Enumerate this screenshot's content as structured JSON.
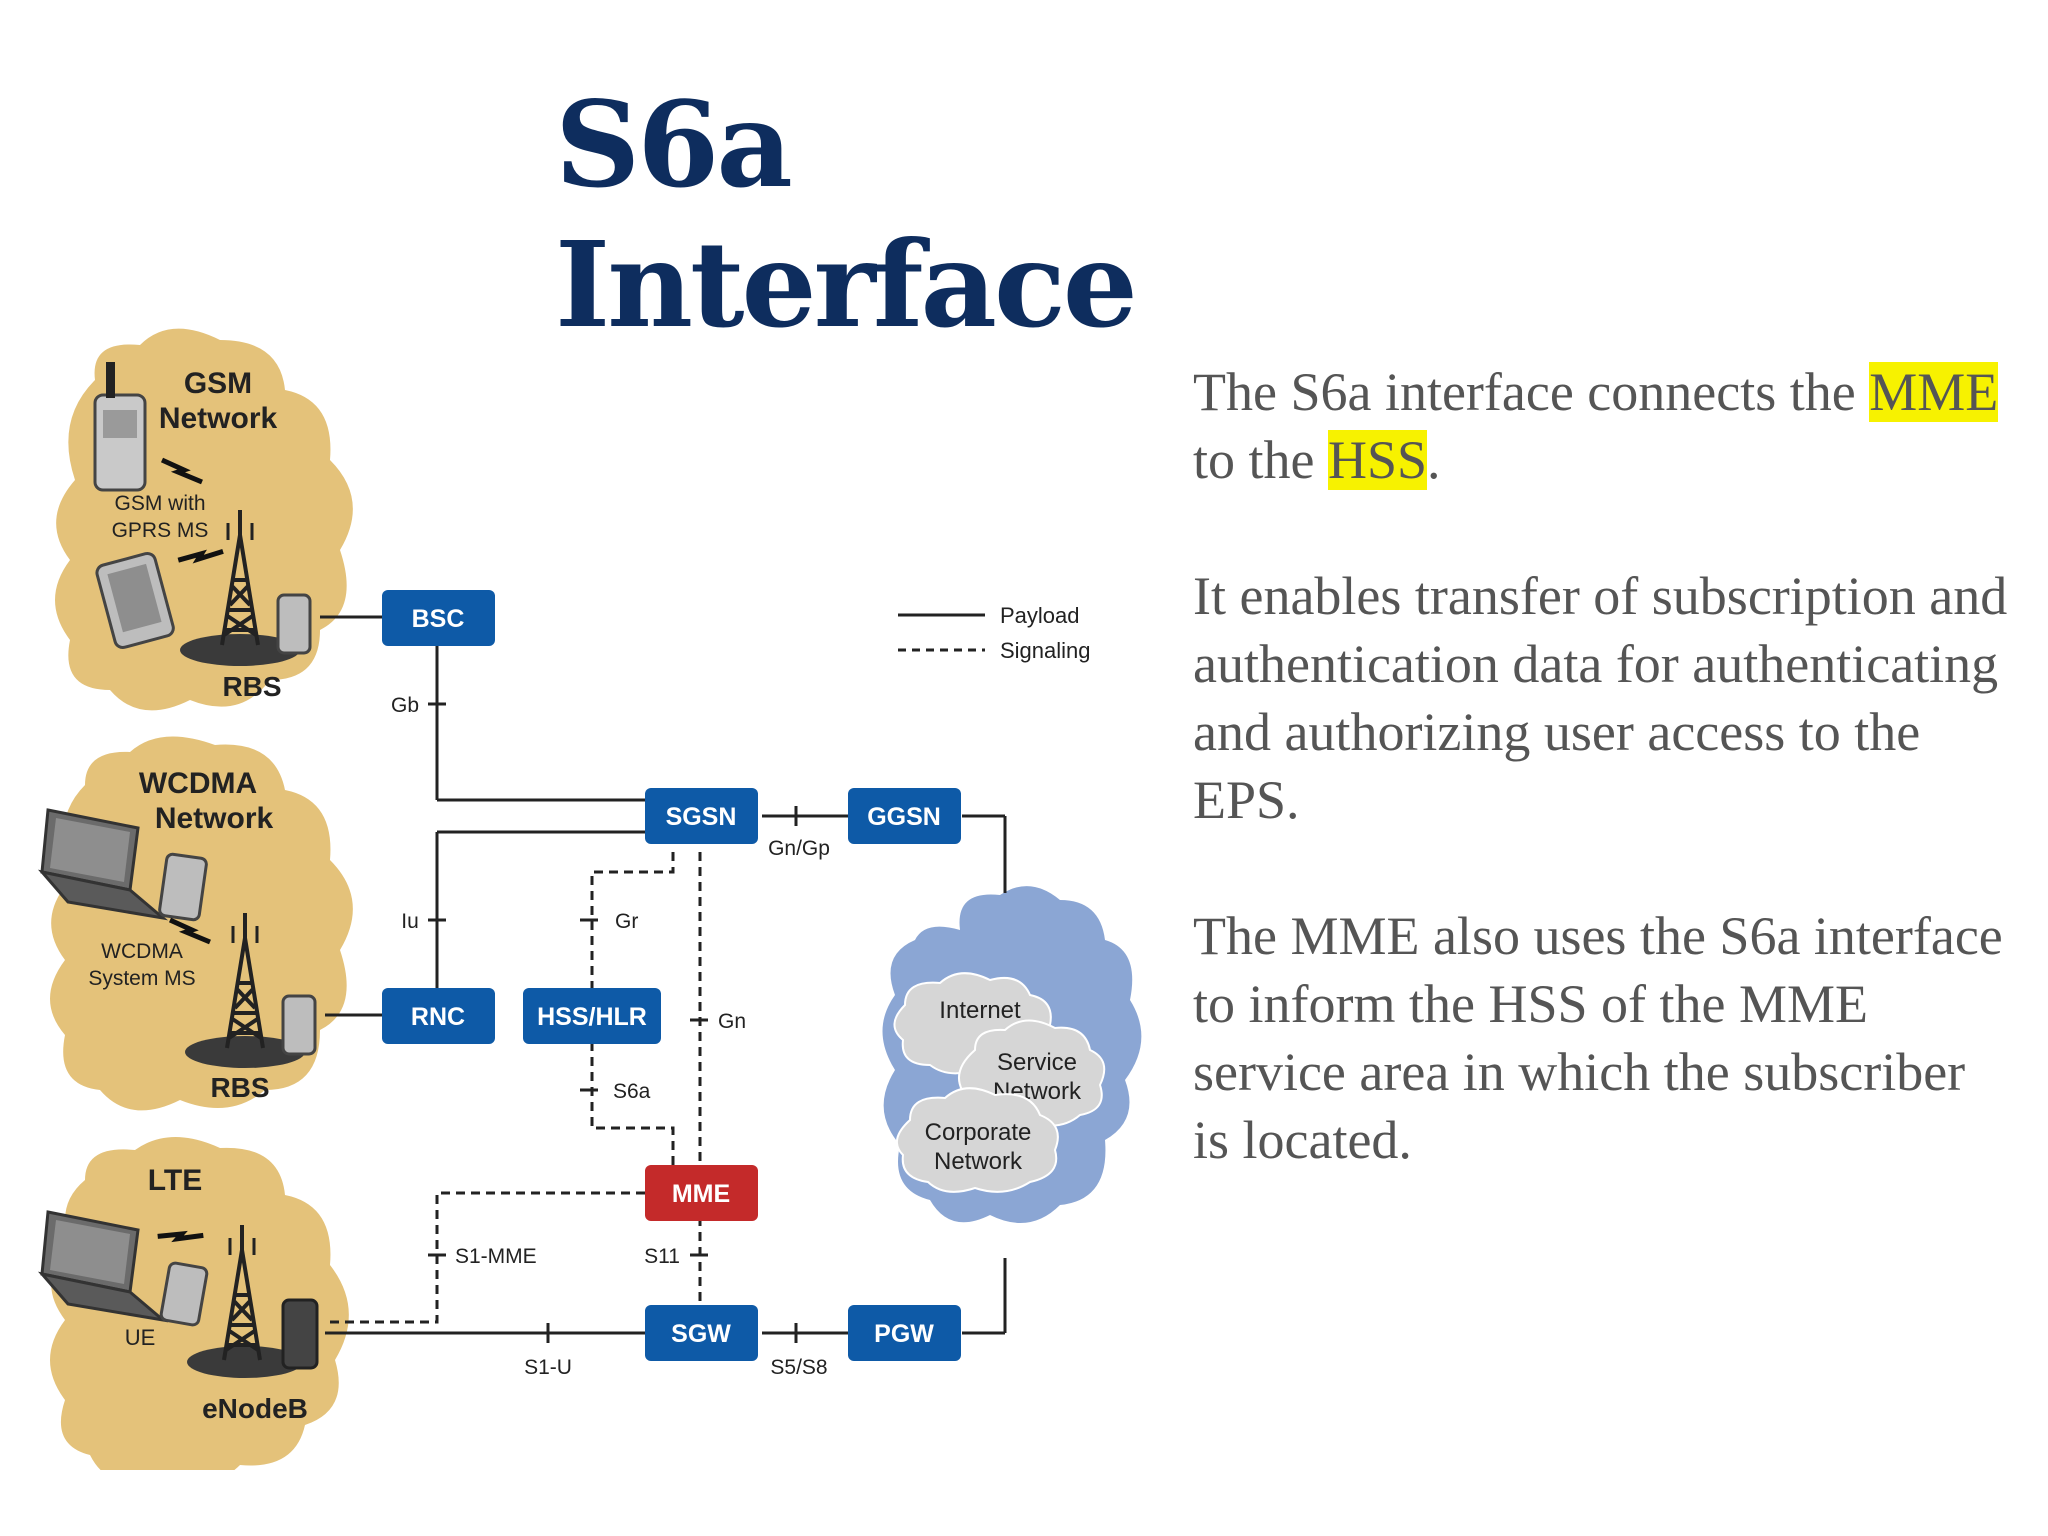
{
  "slide": {
    "title": "S6a Interface"
  },
  "diagram": {
    "legend": {
      "payload": "Payload",
      "signaling": "Signaling"
    },
    "clouds": {
      "gsm": {
        "title_line1": "GSM",
        "title_line2": "Network",
        "ms_line1": "GSM with",
        "ms_line2": "GPRS MS",
        "station": "RBS"
      },
      "wcdma": {
        "title_line1": "WCDMA",
        "title_line2": "Network",
        "ms_line1": "WCDMA",
        "ms_line2": "System MS",
        "station": "RBS"
      },
      "lte": {
        "title": "LTE",
        "ue": "UE",
        "station": "eNodeB"
      },
      "pdn": {
        "internet": "Internet",
        "service_line1": "Service",
        "service_line2": "Network",
        "corporate_line1": "Corporate",
        "corporate_line2": "Network"
      }
    },
    "nodes": {
      "bsc": "BSC",
      "rnc": "RNC",
      "hss_hlr": "HSS/HLR",
      "sgsn": "SGSN",
      "ggsn": "GGSN",
      "mme": "MME",
      "sgw": "SGW",
      "pgw": "PGW"
    },
    "interfaces": {
      "gb": "Gb",
      "iu": "Iu",
      "gr": "Gr",
      "gn": "Gn",
      "s6a": "S6a",
      "gn_gp": "Gn/Gp",
      "s1_mme": "S1-MME",
      "s11": "S11",
      "s1_u": "S1-U",
      "s5_s8": "S5/S8"
    },
    "colors": {
      "cloud": "#e4c27a",
      "node": "#0e5aa7",
      "mme": "#c42a2a",
      "pdn_cloud": "#8ba6d4",
      "inner_cloud": "#d6d6d6"
    }
  },
  "text": {
    "p1_before": "The S6a interface connects the",
    "p1_mme": "MME",
    "p1_middle": "to the",
    "p1_hss": "HSS",
    "p1_after": ".",
    "p2": "It enables transfer of subscription and authentication data for authenticating and authorizing user access to the EPS.",
    "p3": "The MME also uses the S6a interface to inform the HSS of the MME service area in which the subscriber is located."
  }
}
